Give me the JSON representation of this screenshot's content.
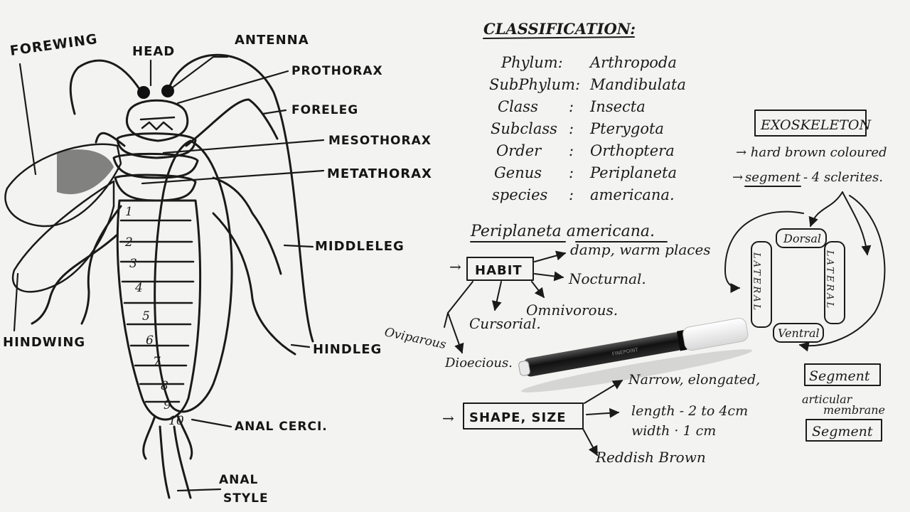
{
  "anatomy_labels": {
    "forewing": "FOREWING",
    "head": "HEAD",
    "antenna": "ANTENNA",
    "prothorax": "PROTHORAX",
    "foreleg": "FORELEG",
    "mesothorax": "MESOTHORAX",
    "metathorax": "METATHORAX",
    "middle_leg": "MIDDLELEG",
    "hindwing": "HINDWING",
    "hindleg": "HINDLEG",
    "anal_cerci": "ANAL CERCI.",
    "anal_style_1": "ANAL",
    "anal_style_2": "STYLE",
    "segments": [
      "1",
      "2",
      "3",
      "4",
      "5",
      "6",
      "7",
      "8",
      "9",
      "10"
    ]
  },
  "classification": {
    "title": "CLASSIFICATION:",
    "rows": [
      {
        "rank": "Phylum:",
        "sep": "",
        "value": "Arthropoda"
      },
      {
        "rank": "SubPhylum:",
        "sep": "",
        "value": "Mandibulata"
      },
      {
        "rank": "Class",
        "sep": ":",
        "value": "Insecta"
      },
      {
        "rank": "Subclass",
        "sep": ":",
        "value": "Pterygota"
      },
      {
        "rank": "Order",
        "sep": ":",
        "value": "Orthoptera"
      },
      {
        "rank": "Genus",
        "sep": ":",
        "value": "Periplaneta"
      },
      {
        "rank": "species",
        "sep": ":",
        "value": "americana."
      }
    ]
  },
  "species_heading": "Periplaneta americana.",
  "habit": {
    "box": "HABIT",
    "items": [
      "damp, warm places",
      "Nocturnal.",
      "Omnivorous.",
      "Cursorial.",
      "Oviparous",
      "Dioecious."
    ]
  },
  "shape_size": {
    "box": "SHAPE, SIZE",
    "items": [
      "Narrow, elongated,",
      "length - 2 to 4cm",
      "width · 1 cm",
      "Reddish Brown"
    ]
  },
  "exoskeleton": {
    "box": "EXOSKELETON",
    "line1": "→ hard brown coloured",
    "line2_prefix": "→",
    "line2_underlined": "segment",
    "line2_suffix": "- 4 sclerites.",
    "dorsal": "Dorsal",
    "ventral": "Ventral",
    "lateral": "LATERAL",
    "segment": "Segment",
    "membrane_1": "articular",
    "membrane_2": "membrane"
  },
  "arrow_marks": [
    "→",
    "→"
  ],
  "pen_text": "FINEPOINT"
}
